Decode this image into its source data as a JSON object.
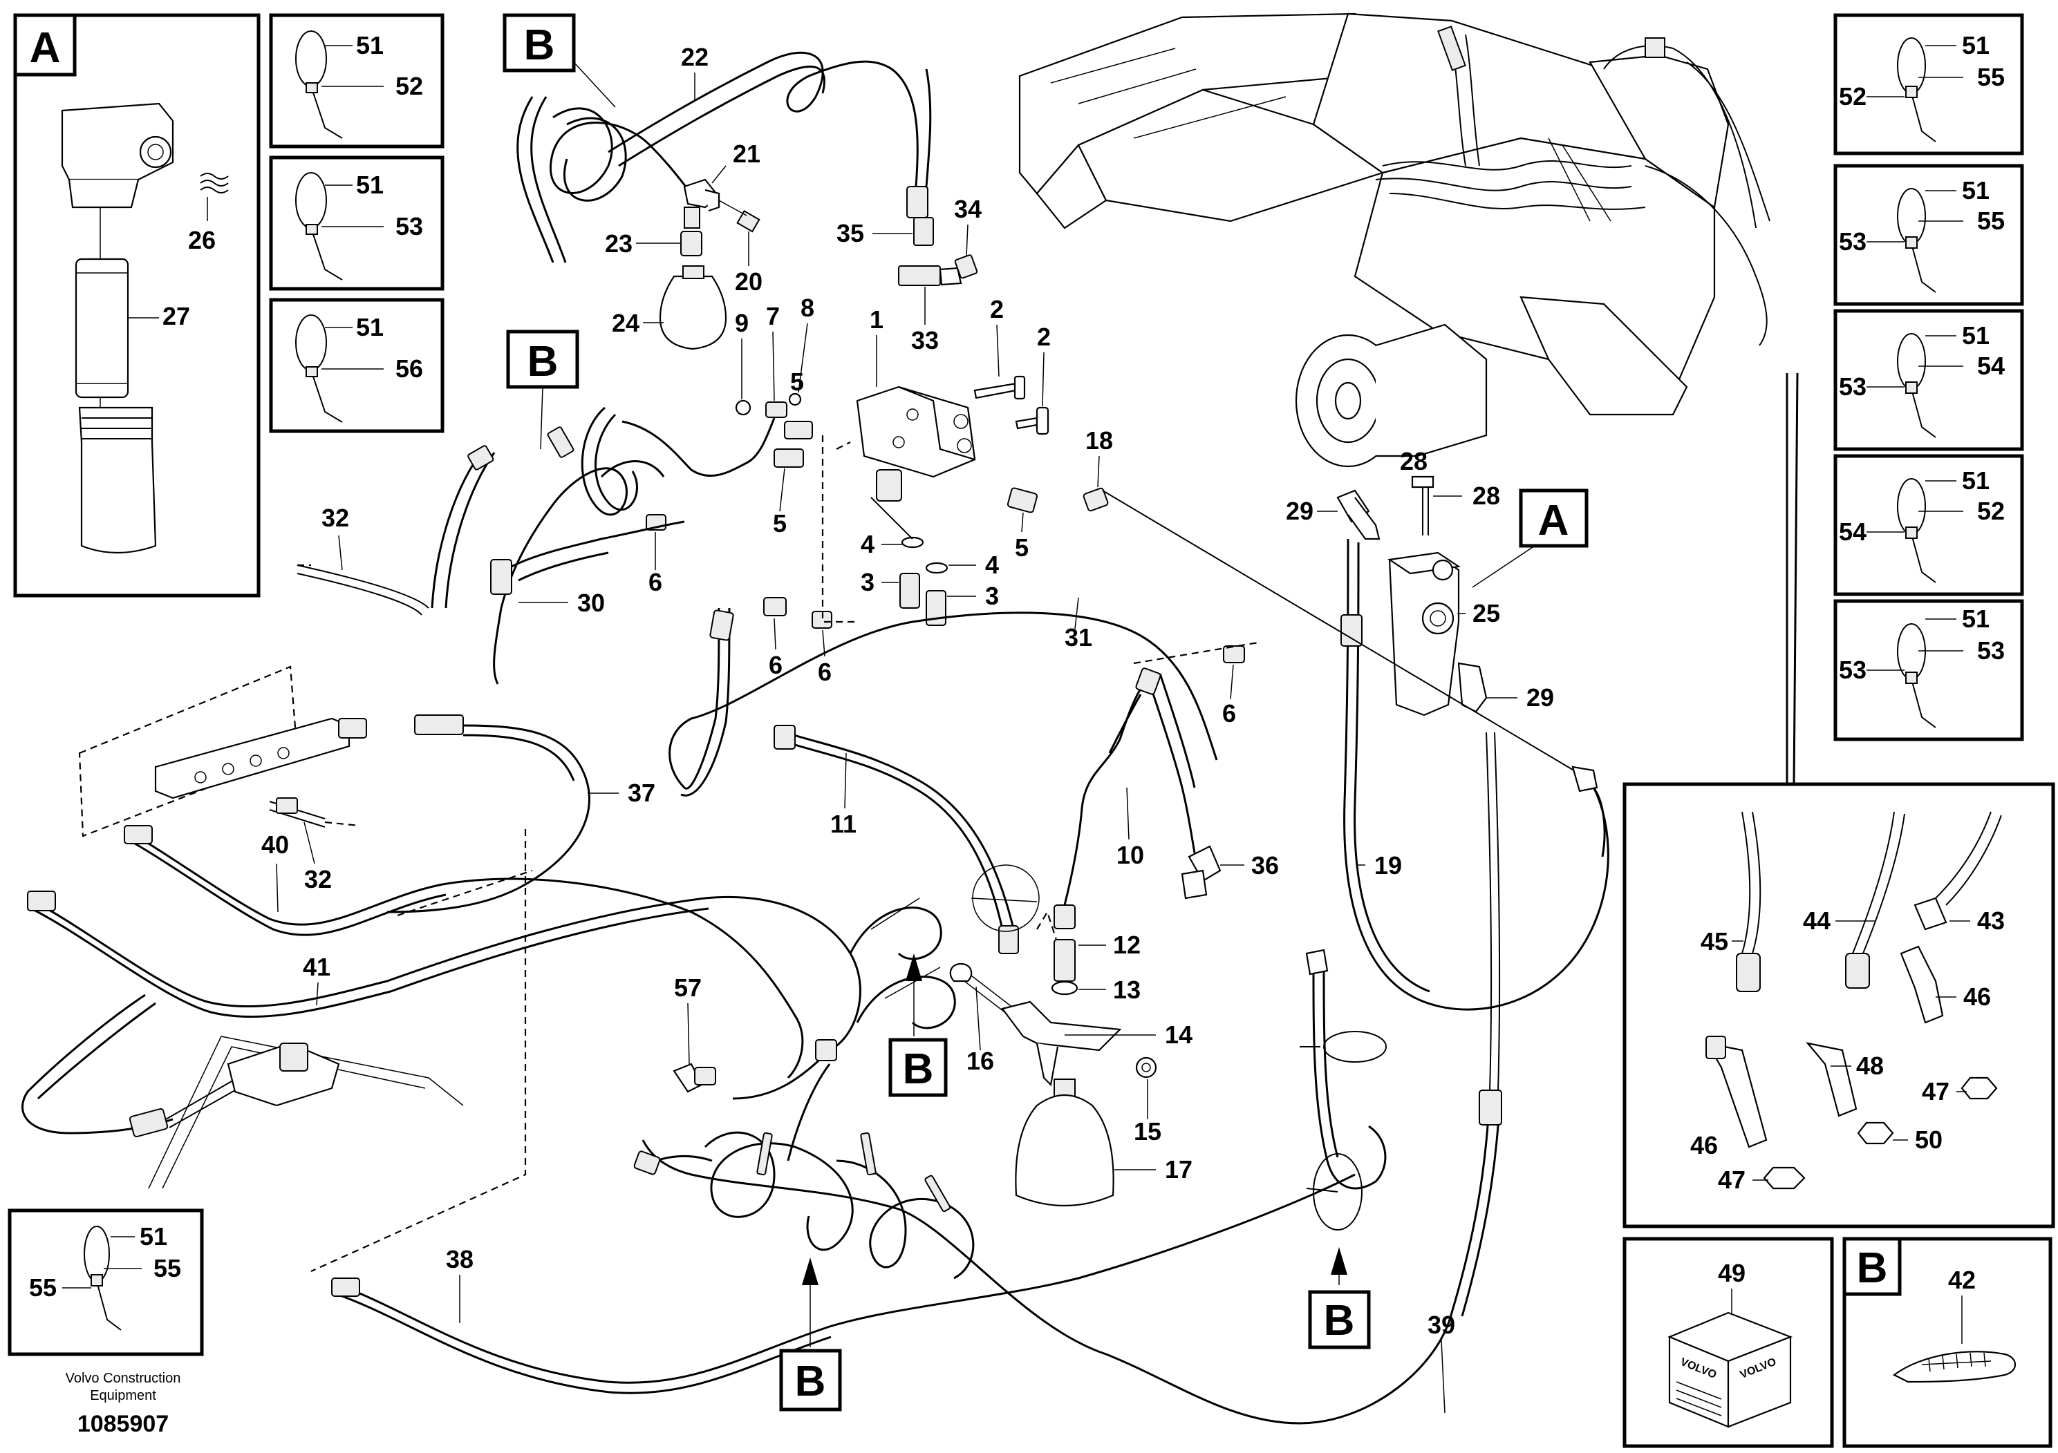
{
  "diagram": {
    "parts": {
      "p1": "1",
      "p2a": "2",
      "p2b": "2",
      "p3a": "3",
      "p3b": "3",
      "p4a": "4",
      "p4b": "4",
      "p5a": "5",
      "p5b": "5",
      "p5c": "5",
      "p6a": "6",
      "p6b": "6",
      "p6c": "6",
      "p6d": "6",
      "p7": "7",
      "p8": "8",
      "p9": "9",
      "p10": "10",
      "p11": "11",
      "p12": "12",
      "p13": "13",
      "p14": "14",
      "p15": "15",
      "p16": "16",
      "p17": "17",
      "p18": "18",
      "p19": "19",
      "p20": "20",
      "p21": "21",
      "p22": "22",
      "p23": "23",
      "p24": "24",
      "p25": "25",
      "p26": "26",
      "p27": "27",
      "p28": "28",
      "p29a": "29",
      "p29b": "29",
      "p30": "30",
      "p31": "31",
      "p32a": "32",
      "p32b": "32",
      "p33": "33",
      "p34": "34",
      "p35": "35",
      "p36": "36",
      "p37": "37",
      "p38": "38",
      "p39": "39",
      "p40": "40",
      "p41": "41",
      "p42": "42",
      "p43": "43",
      "p44": "44",
      "p45": "45",
      "p46a": "46",
      "p46b": "46",
      "p47a": "47",
      "p47b": "47",
      "p48": "48",
      "p49": "49",
      "p50": "50",
      "p57": "57"
    },
    "letters": {
      "a_frame": "A",
      "a_main": "A",
      "b_top": "B",
      "b_left": "B",
      "b_mid": "B",
      "b_right": "B",
      "b_bottom": "B",
      "b_frame": "B"
    },
    "tie_boxes": [
      [
        "51",
        "52"
      ],
      [
        "51",
        "53"
      ],
      [
        "51",
        "56"
      ],
      [
        "51",
        "55",
        "52"
      ],
      [
        "51",
        "55",
        "53"
      ],
      [
        "51",
        "54",
        "53"
      ],
      [
        "51",
        "52",
        "54"
      ],
      [
        "51",
        "53",
        "53"
      ],
      [
        "51",
        "55",
        "55"
      ]
    ],
    "kit_brand": "VOLVO",
    "footer": {
      "company_line1": "Volvo Construction",
      "company_line2": "Equipment",
      "drawing_number": "1085907"
    }
  }
}
